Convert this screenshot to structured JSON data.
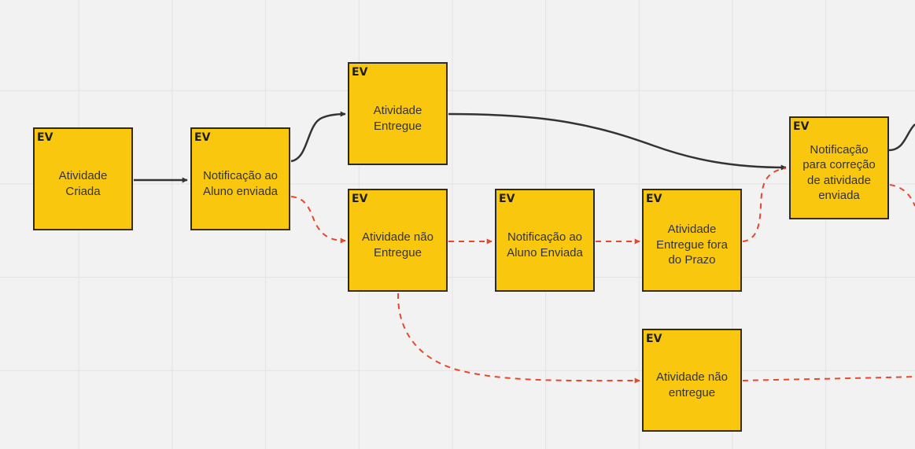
{
  "diagram": {
    "colors": {
      "background": "#f2f2f2",
      "grid": "#e3e3e3",
      "card_fill": "#f9c80e",
      "card_border": "#2b2b2b",
      "main_flow": "#333333",
      "alternate_flow": "#e8472b"
    },
    "cards": [
      {
        "id": "atividade-criada",
        "tag": "EV",
        "label": "Atividade\nCriada"
      },
      {
        "id": "notificacao-aluno-enviada",
        "tag": "EV",
        "label": "Notificação ao\nAluno enviada"
      },
      {
        "id": "atividade-entregue",
        "tag": "EV",
        "label": "Atividade\nEntregue"
      },
      {
        "id": "atividade-nao-entregue",
        "tag": "EV",
        "label": "Atividade não\nEntregue"
      },
      {
        "id": "notificacao-aluno-enviada-2",
        "tag": "EV",
        "label": "Notificação ao\nAluno Enviada"
      },
      {
        "id": "atividade-entregue-fora-prazo",
        "tag": "EV",
        "label": "Atividade\nEntregue fora\ndo Prazo"
      },
      {
        "id": "notificacao-correcao",
        "tag": "EV",
        "label": "Notificação\npara correção\nde atividade\nenviada"
      },
      {
        "id": "atividade-nao-entregue-2",
        "tag": "EV",
        "label": "Atividade não\nentregue"
      }
    ],
    "connectors": [
      {
        "from": "atividade-criada",
        "to": "notificacao-aluno-enviada",
        "style": "solid"
      },
      {
        "from": "notificacao-aluno-enviada",
        "to": "atividade-entregue",
        "style": "solid"
      },
      {
        "from": "atividade-entregue",
        "to": "notificacao-correcao",
        "style": "solid"
      },
      {
        "from": "notificacao-aluno-enviada",
        "to": "atividade-nao-entregue",
        "style": "dashed"
      },
      {
        "from": "atividade-nao-entregue",
        "to": "notificacao-aluno-enviada-2",
        "style": "dashed"
      },
      {
        "from": "notificacao-aluno-enviada-2",
        "to": "atividade-entregue-fora-prazo",
        "style": "dashed"
      },
      {
        "from": "atividade-entregue-fora-prazo",
        "to": "notificacao-correcao",
        "style": "dashed"
      },
      {
        "from": "atividade-nao-entregue",
        "to": "atividade-nao-entregue-2",
        "style": "dashed"
      }
    ]
  }
}
